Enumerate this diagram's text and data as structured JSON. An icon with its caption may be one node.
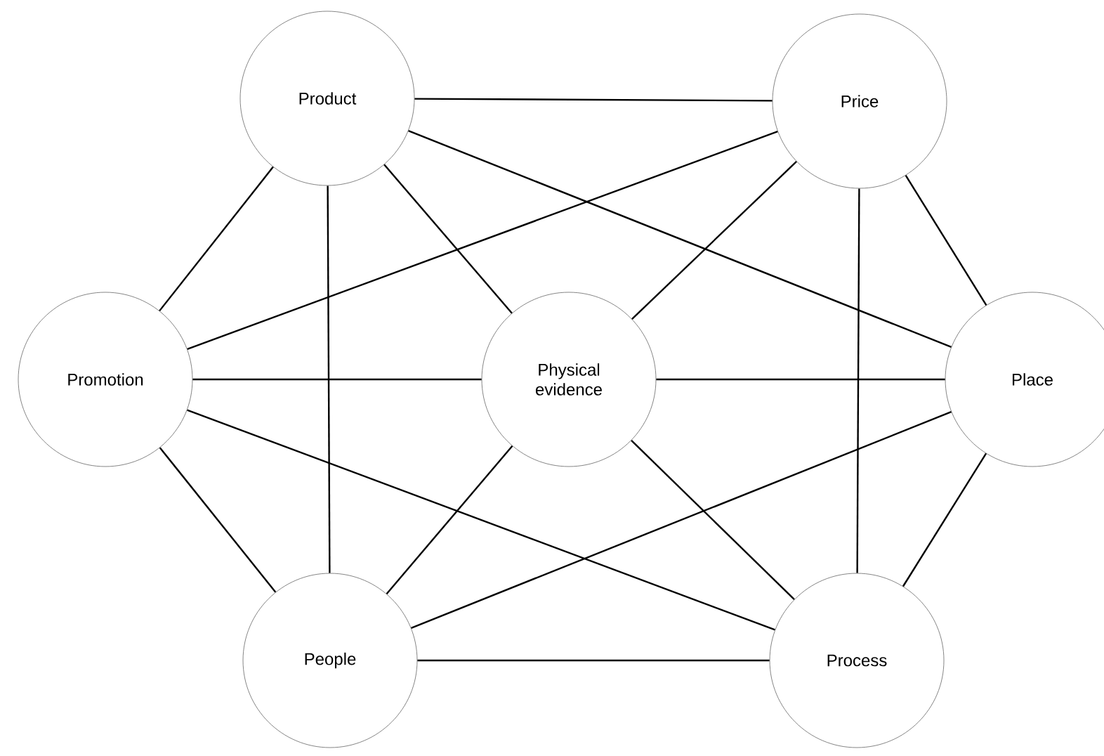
{
  "diagram": {
    "nodes": [
      {
        "text": [
          "Product"
        ]
      },
      {
        "text": [
          "Price"
        ]
      },
      {
        "text": [
          "Promotion"
        ]
      },
      {
        "text": [
          "Physical evidence"
        ]
      },
      {
        "text": [
          "Place"
        ]
      },
      {
        "text": [
          "People"
        ]
      },
      {
        "text": [
          "Process"
        ]
      }
    ],
    "edges": [
      {
        "from": 0,
        "to": 1,
        "arrow": "none"
      },
      {
        "from": 0,
        "to": 2,
        "arrow": "none"
      },
      {
        "from": 0,
        "to": 5,
        "arrow": "none"
      },
      {
        "from": 0,
        "to": 3,
        "arrow": "none"
      },
      {
        "from": 0,
        "to": 4,
        "arrow": "none"
      },
      {
        "from": 1,
        "to": 2,
        "arrow": "none"
      },
      {
        "from": 1,
        "to": 3,
        "arrow": "none"
      },
      {
        "from": 1,
        "to": 4,
        "arrow": "none"
      },
      {
        "from": 1,
        "to": 6,
        "arrow": "none"
      },
      {
        "from": 2,
        "to": 3,
        "arrow": "none"
      },
      {
        "from": 2,
        "to": 5,
        "arrow": "none"
      },
      {
        "from": 2,
        "to": 6,
        "arrow": "none"
      },
      {
        "from": 3,
        "to": 4,
        "arrow": "none"
      },
      {
        "from": 3,
        "to": 5,
        "arrow": "none"
      },
      {
        "from": 3,
        "to": 6,
        "arrow": "none"
      },
      {
        "from": 4,
        "to": 5,
        "arrow": "none"
      },
      {
        "from": 4,
        "to": 6,
        "arrow": "none"
      },
      {
        "from": 5,
        "to": 6,
        "arrow": "none"
      }
    ]
  }
}
